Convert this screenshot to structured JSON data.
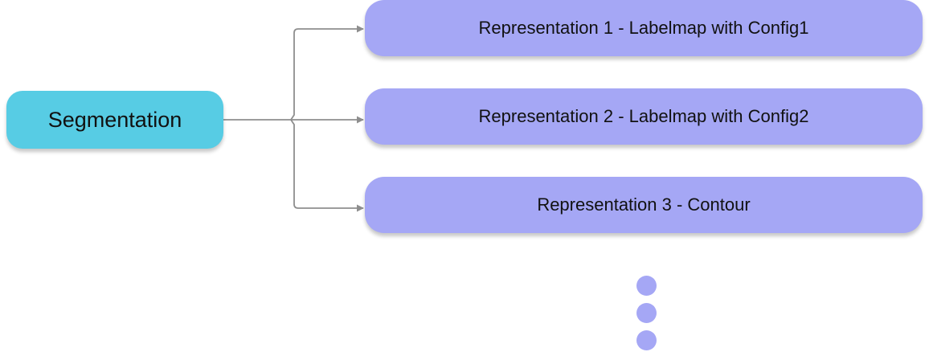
{
  "colors": {
    "source_fill": "#57CCE4",
    "target_fill": "#A5A7F5",
    "connector": "#8E8E8E",
    "text": "#111111"
  },
  "source": {
    "label": "Segmentation"
  },
  "representations": [
    {
      "label": "Representation 1 - Labelmap with Config1"
    },
    {
      "label": "Representation 2 - Labelmap with Config2"
    },
    {
      "label": "Representation 3 - Contour"
    }
  ],
  "continuation_indicator": {
    "count": 3
  }
}
